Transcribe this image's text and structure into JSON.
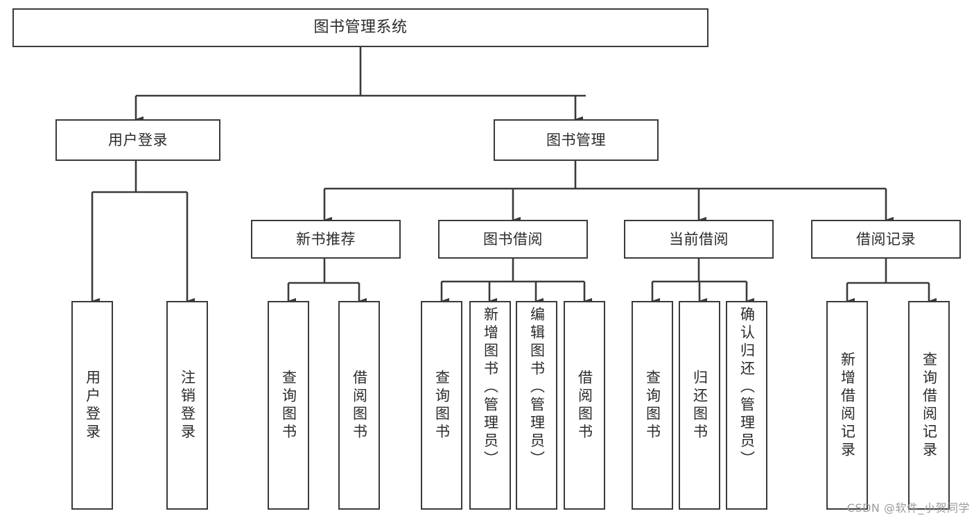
{
  "diagram": {
    "title": "图书管理系统",
    "type": "tree-hierarchy-chart",
    "watermark": "CSDN @软件_小贺同学",
    "stroke_color": "#3a3a3a",
    "text_color": "#2b2b2b",
    "background_color": "#ffffff",
    "levels": {
      "root": {
        "label": "图书管理系统"
      },
      "level2": [
        {
          "label": "用户登录"
        },
        {
          "label": "图书管理"
        }
      ],
      "level3": [
        {
          "label": "新书推荐"
        },
        {
          "label": "图书借阅"
        },
        {
          "label": "当前借阅"
        },
        {
          "label": "借阅记录"
        }
      ],
      "leaves": {
        "user_login": [
          {
            "label": "用户登录"
          },
          {
            "label": "注销登录"
          }
        ],
        "new_book_recommend": [
          {
            "label": "查询图书"
          },
          {
            "label": "借阅图书"
          }
        ],
        "book_borrow": [
          {
            "label": "查询图书"
          },
          {
            "label": "新增图书（管理员）"
          },
          {
            "label": "编辑图书（管理员）"
          },
          {
            "label": "借阅图书"
          }
        ],
        "current_borrow": [
          {
            "label": "查询图书"
          },
          {
            "label": "归还图书"
          },
          {
            "label": "确认归还（管理员）"
          }
        ],
        "borrow_record": [
          {
            "label": "新增借阅记录"
          },
          {
            "label": "查询借阅记录"
          }
        ]
      }
    }
  }
}
